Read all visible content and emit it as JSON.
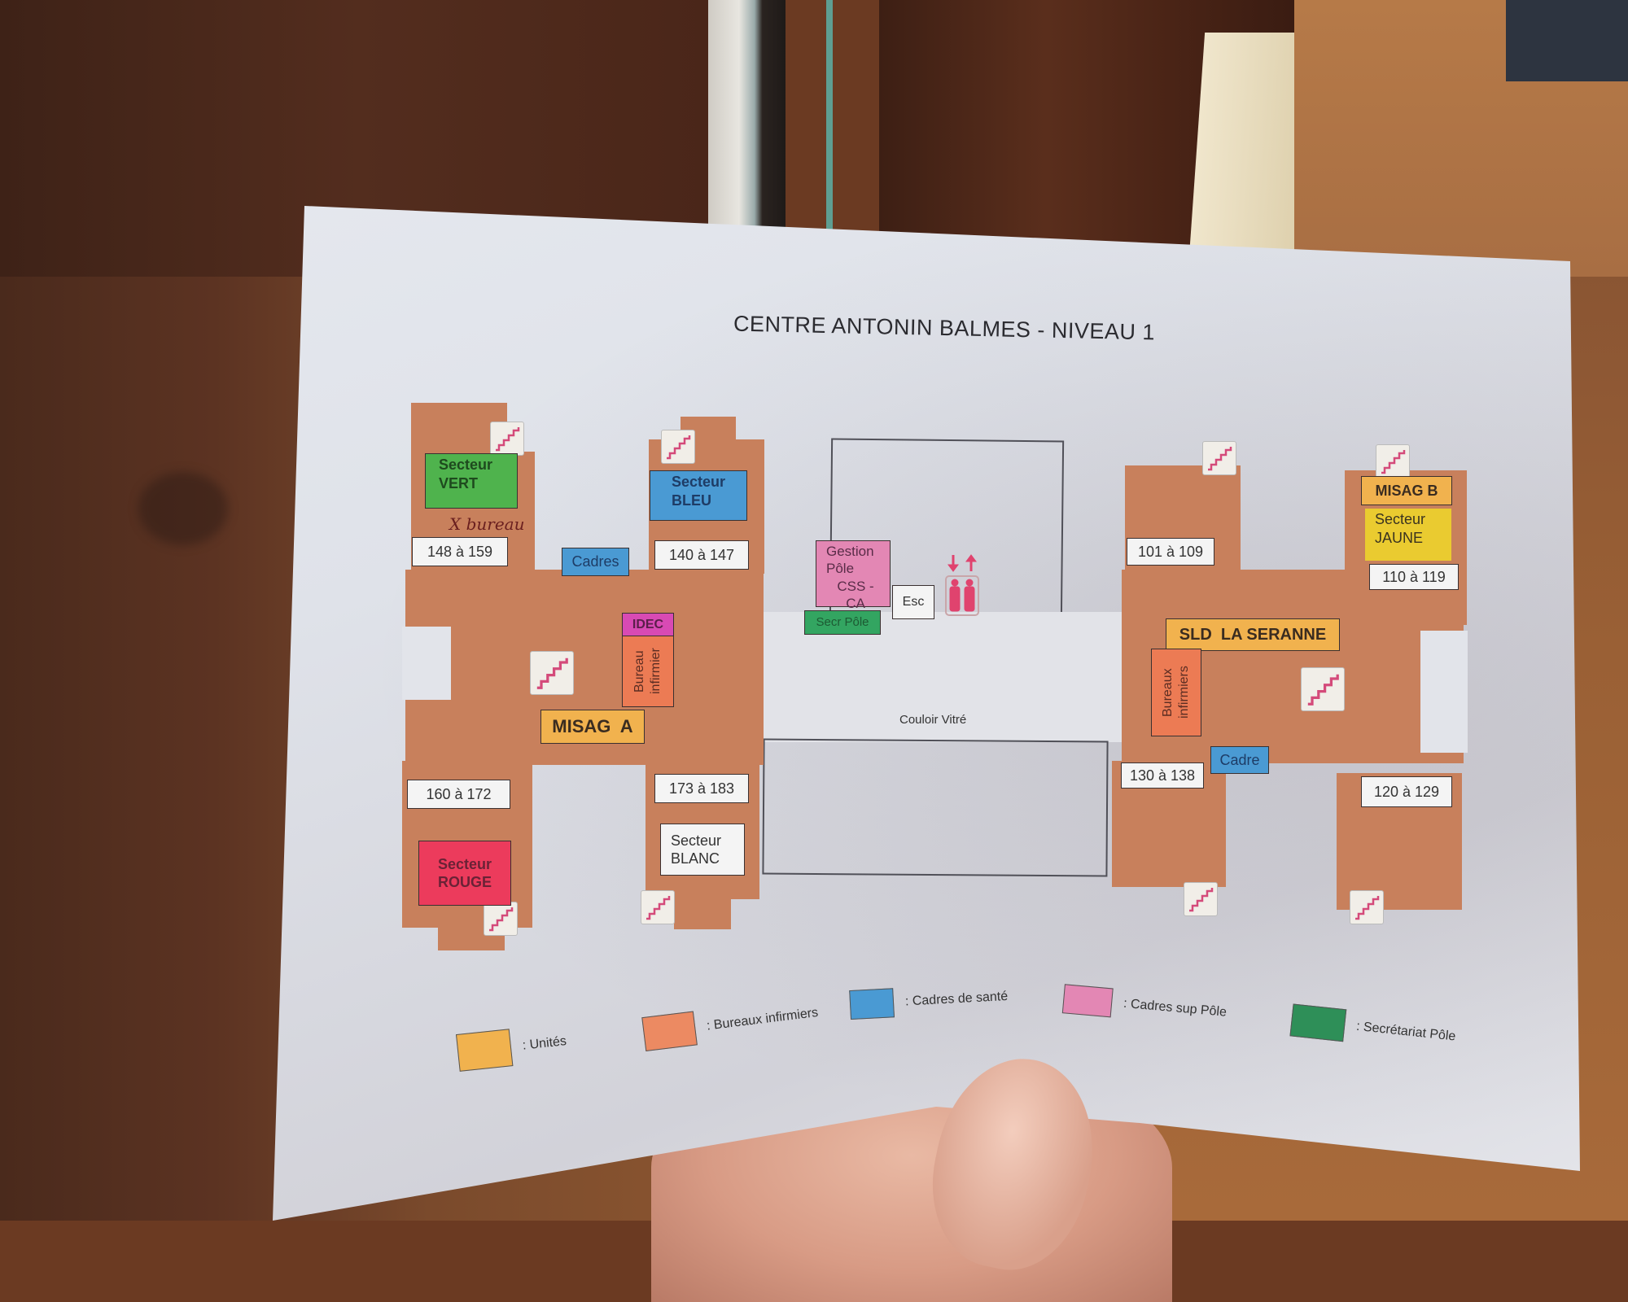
{
  "title": "CENTRE ANTONIN BALMES  -  NIVEAU 1",
  "left_wing": {
    "unit": "MISAG  A",
    "sectors": [
      {
        "name": "Secteur VERT",
        "line1": "Secteur",
        "line2": "VERT",
        "color": "#4fb34d"
      },
      {
        "name": "Secteur BLEU",
        "line1": "Secteur",
        "line2": "BLEU",
        "color": "#4a9ad3"
      },
      {
        "name": "Secteur ROUGE",
        "line1": "Secteur",
        "line2": "ROUGE",
        "color": "#ec3b5c"
      },
      {
        "name": "Secteur BLANC",
        "line1": "Secteur",
        "line2": "BLANC",
        "color": "#f4f4f4"
      }
    ],
    "rooms": [
      "148 à 159",
      "140 à 147",
      "160 à 172",
      "173 à 183"
    ],
    "cadres": "Cadres",
    "idec": "IDEC",
    "bureau_infirmier": "Bureau infirmier",
    "handwritten_note": "X bureau"
  },
  "center": {
    "gestion_pole": {
      "line1": "Gestion",
      "line2": "Pôle",
      "line3": "CSS - CA"
    },
    "secr_pole": "Secr Pôle",
    "esc": "Esc",
    "elevator_icon": "elevator-icon",
    "corridor": "Couloir Vitré"
  },
  "right_wing": {
    "unit": "SLD  LA SERANNE",
    "misag_b": "MISAG B",
    "sector_jaune": {
      "line1": "Secteur",
      "line2": "JAUNE",
      "color": "#eacb30"
    },
    "rooms": [
      "101 à 109",
      "110 à 119",
      "130 à 138",
      "120 à 129"
    ],
    "bureaux_infirmiers": "Bureaux infirmiers",
    "cadre": "Cadre"
  },
  "legend": [
    {
      "label": ": Unités",
      "color": "#f1b24e"
    },
    {
      "label": ": Bureaux infirmiers",
      "color": "#ec8a62"
    },
    {
      "label": ": Cadres de santé",
      "color": "#4a9ad3"
    },
    {
      "label": ": Cadres sup Pôle",
      "color": "#e387b4"
    },
    {
      "label": ": Secrétariat Pôle",
      "color": "#2e8f58"
    }
  ],
  "icons": {
    "stairs": "stairs-icon",
    "elevator": "elevator-icon"
  }
}
